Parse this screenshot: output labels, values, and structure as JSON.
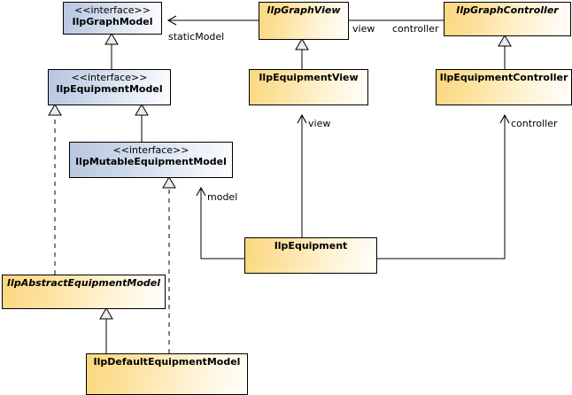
{
  "diagram": {
    "kind": "uml-class-diagram",
    "title": "",
    "background": "#ffffff",
    "colors": {
      "interface_fill_start": "#b7c7e0",
      "interface_fill_end": "#ffffff",
      "class_fill_start": "#fbd77f",
      "class_fill_end": "#ffffff",
      "border": "#000000",
      "line": "#000000",
      "arrowhead_fill": "#ececec"
    },
    "stereotype_interface": "<<interface>>"
  },
  "nodes": [
    {
      "id": "graphModel",
      "name": "IlpGraphModel",
      "stereotype": "<<interface>>",
      "kind": "interface",
      "abstract": false
    },
    {
      "id": "equipmentModel",
      "name": "IlpEquipmentModel",
      "stereotype": "<<interface>>",
      "kind": "interface",
      "abstract": false
    },
    {
      "id": "mutableModel",
      "name": "IlpMutableEquipmentModel",
      "stereotype": "<<interface>>",
      "kind": "interface",
      "abstract": false
    },
    {
      "id": "abstractModel",
      "name": "IlpAbstractEquipmentModel",
      "stereotype": "",
      "kind": "class",
      "abstract": true
    },
    {
      "id": "defaultModel",
      "name": "IlpDefaultEquipmentModel",
      "stereotype": "",
      "kind": "class",
      "abstract": false
    },
    {
      "id": "graphView",
      "name": "IlpGraphView",
      "stereotype": "",
      "kind": "class",
      "abstract": true
    },
    {
      "id": "equipmentView",
      "name": "IlpEquipmentView",
      "stereotype": "",
      "kind": "class",
      "abstract": false
    },
    {
      "id": "graphController",
      "name": "IlpGraphController",
      "stereotype": "",
      "kind": "class",
      "abstract": true
    },
    {
      "id": "equipController",
      "name": "IlpEquipmentController",
      "stereotype": "",
      "kind": "class",
      "abstract": false
    },
    {
      "id": "equipment",
      "name": "IlpEquipment",
      "stereotype": "",
      "kind": "class",
      "abstract": false
    }
  ],
  "edges": [
    {
      "id": "e1",
      "from": "equipmentModel",
      "to": "graphModel",
      "type": "generalization",
      "label": ""
    },
    {
      "id": "e2",
      "from": "mutableModel",
      "to": "equipmentModel",
      "type": "generalization",
      "label": ""
    },
    {
      "id": "e3",
      "from": "abstractModel",
      "to": "equipmentModel",
      "type": "realization",
      "label": ""
    },
    {
      "id": "e4",
      "from": "defaultModel",
      "to": "abstractModel",
      "type": "generalization",
      "label": ""
    },
    {
      "id": "e5",
      "from": "defaultModel",
      "to": "mutableModel",
      "type": "realization",
      "label": ""
    },
    {
      "id": "e6",
      "from": "equipmentView",
      "to": "graphView",
      "type": "generalization",
      "label": ""
    },
    {
      "id": "e7",
      "from": "equipController",
      "to": "graphController",
      "type": "generalization",
      "label": ""
    },
    {
      "id": "e8",
      "from": "graphView",
      "to": "graphModel",
      "type": "association",
      "label": "staticModel"
    },
    {
      "id": "e9",
      "from": "graphController",
      "to": "graphView",
      "type": "association",
      "label_source": "controller",
      "label_target": "view"
    },
    {
      "id": "e10",
      "from": "equipment",
      "to": "equipmentView",
      "type": "association",
      "label": "view"
    },
    {
      "id": "e11",
      "from": "equipment",
      "to": "equipController",
      "type": "association",
      "label": "controller"
    },
    {
      "id": "e12",
      "from": "equipment",
      "to": "mutableModel",
      "type": "association",
      "label": "model"
    }
  ],
  "labels": {
    "staticModel": "staticModel",
    "view_graph": "view",
    "controller_graph": "controller",
    "view_equipment": "view",
    "controller_equipment": "controller",
    "model_equipment": "model"
  }
}
